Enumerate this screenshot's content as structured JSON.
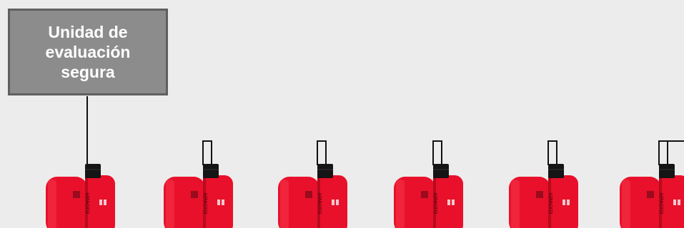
{
  "evaluation_unit": {
    "label": "Unidad de evaluación segura"
  },
  "sensor_brand": "EUCHNER",
  "colors": {
    "background": "#ececec",
    "box_fill": "#8c8c8c",
    "box_border": "#5f5f5f",
    "sensor_red": "#e8102a",
    "connector": "#151515",
    "wire": "#111111"
  },
  "sensor_count": 6
}
